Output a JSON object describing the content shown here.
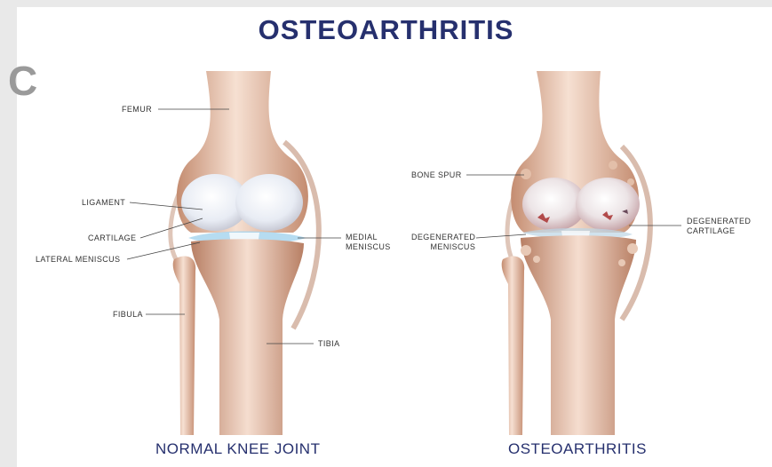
{
  "title": "OSTEOARTHRITIS",
  "edge_glyph": "C",
  "captions": {
    "normal": "NORMAL KNEE JOINT",
    "osteo": "OSTEOARTHRITIS"
  },
  "labels": {
    "femur": "FEMUR",
    "ligament": "LIGAMENT",
    "cartilage": "CARTILAGE",
    "lateral_meniscus": "LATERAL MENISCUS",
    "fibula": "FIBULA",
    "medial_meniscus": [
      "MEDIAL",
      "MENISCUS"
    ],
    "tibia": "TIBIA",
    "bone_spur": "BONE SPUR",
    "degenerated_meniscus": [
      "DEGENERATED",
      "MENISCUS"
    ],
    "degenerated_cartilage": [
      "DEGENERATED",
      "CARTILAGE"
    ]
  },
  "colors": {
    "title": "#26306e",
    "bone_light": "#f3d9c9",
    "bone_mid": "#d9a68a",
    "bone_dark": "#b87f64",
    "cartilage": "#eef2f8",
    "meniscus": "#a9d6ee",
    "damage": "#b24a4a"
  }
}
